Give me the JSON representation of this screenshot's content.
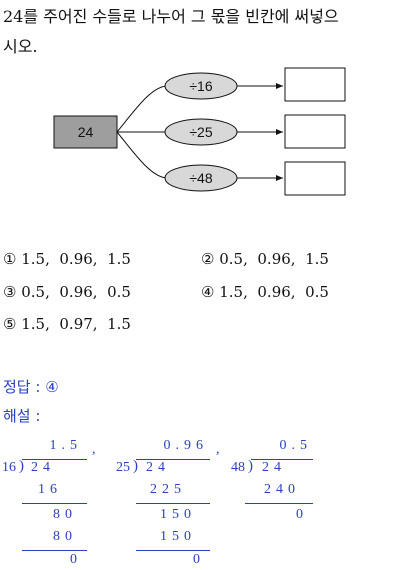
{
  "question": {
    "line1": "24를 주어진 수들로 나누어 그 몫을 빈칸에 써넣으",
    "line2": "시오."
  },
  "diagram": {
    "source": "24",
    "divisors": [
      "÷16",
      "÷25",
      "÷48"
    ],
    "colors": {
      "source_fill": "#9e9e9e",
      "ellipse_fill": "#d8d8d8",
      "stroke": "#111111"
    }
  },
  "options": [
    {
      "num": "①",
      "text": "1.5,  0.96,  1.5"
    },
    {
      "num": "②",
      "text": "0.5,  0.96,  1.5"
    },
    {
      "num": "③",
      "text": "0.5,  0.96,  0.5"
    },
    {
      "num": "④",
      "text": "1.5,  0.96,  0.5"
    },
    {
      "num": "⑤",
      "text": "1.5,  0.97,  1.5"
    }
  ],
  "solution": {
    "answer_label": "정답 : ④",
    "explanation_label": "해설 :",
    "comma": ",",
    "div1": {
      "divisor": "16",
      "dividend": "24",
      "quotient": "1.5",
      "steps": [
        "16",
        "80",
        "80",
        "0"
      ]
    },
    "div2": {
      "divisor": "25",
      "dividend": "24",
      "quotient": "0.96",
      "steps": [
        "225",
        "150",
        "150",
        "0"
      ]
    },
    "div3": {
      "divisor": "48",
      "dividend": "24",
      "quotient": "0.5",
      "steps": [
        "240",
        "0"
      ]
    },
    "color": "#2a3fc4"
  }
}
